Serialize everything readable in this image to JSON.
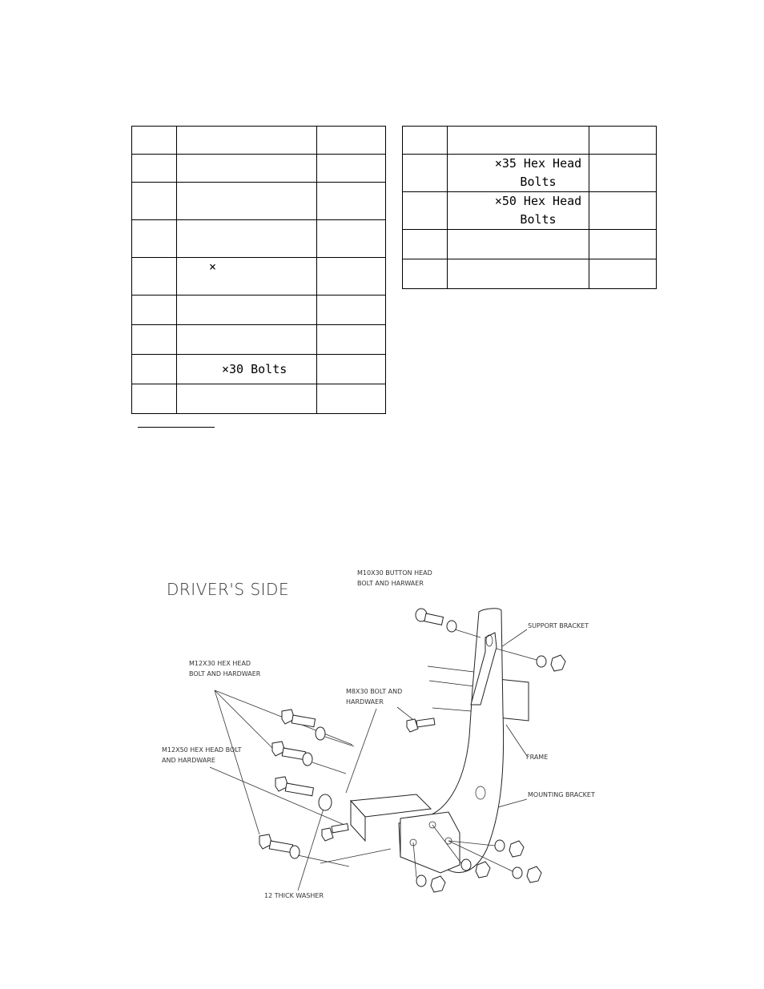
{
  "tables": {
    "left": [
      [
        "",
        "",
        ""
      ],
      [
        "",
        "",
        ""
      ],
      [
        "",
        "",
        ""
      ],
      [
        "",
        "",
        ""
      ],
      [
        "",
        "×",
        ""
      ],
      [
        "",
        "",
        ""
      ],
      [
        "",
        "",
        ""
      ],
      [
        "",
        "×30 Bolts",
        ""
      ],
      [
        "",
        "",
        ""
      ]
    ],
    "right": [
      [
        "",
        "",
        ""
      ],
      [
        "",
        "×35 Hex Head\nBolts",
        ""
      ],
      [
        "",
        "×50 Hex Head\nBolts",
        ""
      ],
      [
        "",
        "",
        ""
      ],
      [
        "",
        "",
        ""
      ]
    ]
  },
  "diagram": {
    "title": "DRIVER'S SIDE",
    "labels": {
      "m10_line1": "M10X30 BUTTON HEAD",
      "m10_line2": "BOLT AND HARWAER",
      "support": "SUPPORT BRACKET",
      "m12x30_line1": "M12X30 HEX HEAD",
      "m12x30_line2": "BOLT AND HARDWAER",
      "m8_line1": "M8X30 BOLT AND",
      "m8_line2": "HARDWAER",
      "m12x50_line1": "M12X50 HEX HEAD BOLT",
      "m12x50_line2": "AND HARDWARE",
      "frame": "FRAME",
      "mounting": "MOUNTING BRACKET",
      "washer": "12 THICK WASHER"
    }
  }
}
